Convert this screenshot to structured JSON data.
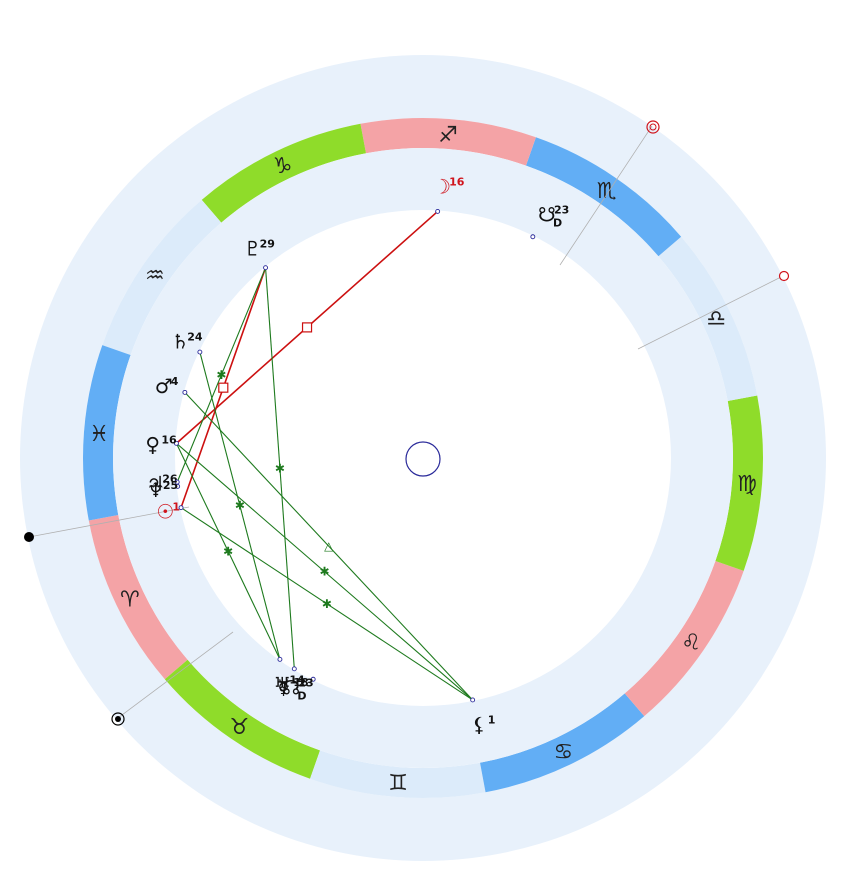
{
  "colors": {
    "outer_band": "#e8f1fb",
    "fire": "#f4a3a6",
    "earth": "#8fdc2a",
    "air": "#dcebfa",
    "water": "#62aef5",
    "sign_glyph": "#222222",
    "planet_glyph": "#111111",
    "luminary_glyph": "#d0141c",
    "aspect_hard": "#cc1010",
    "aspect_soft": "#1e7a1e"
  },
  "signs": [
    {
      "name": "Aries",
      "glyph": "♈",
      "element": "fire"
    },
    {
      "name": "Taurus",
      "glyph": "♉",
      "element": "earth"
    },
    {
      "name": "Gemini",
      "glyph": "♊",
      "element": "air"
    },
    {
      "name": "Cancer",
      "glyph": "♋",
      "element": "water"
    },
    {
      "name": "Leo",
      "glyph": "♌",
      "element": "fire"
    },
    {
      "name": "Virgo",
      "glyph": "♍",
      "element": "earth"
    },
    {
      "name": "Libra",
      "glyph": "♎",
      "element": "air"
    },
    {
      "name": "Scorpio",
      "glyph": "♏",
      "element": "water"
    },
    {
      "name": "Sagittarius",
      "glyph": "♐",
      "element": "fire"
    },
    {
      "name": "Capricorn",
      "glyph": "♑",
      "element": "earth"
    },
    {
      "name": "Aquarius",
      "glyph": "♒",
      "element": "air"
    },
    {
      "name": "Pisces",
      "glyph": "♓",
      "element": "water"
    }
  ],
  "planets": [
    {
      "id": "sun",
      "glyph": "☉",
      "label": "1",
      "sub": "",
      "sign": "Aries",
      "degree": 1,
      "color_key": "luminary_glyph"
    },
    {
      "id": "moon",
      "glyph": "☽",
      "label": "16",
      "sub": "",
      "sign": "Sagittarius",
      "degree": 16,
      "color_key": "luminary_glyph"
    },
    {
      "id": "mercury",
      "glyph": "☿",
      "label": "18",
      "sub": "",
      "sign": "Taurus",
      "degree": 18,
      "color_key": "planet_glyph"
    },
    {
      "id": "venus",
      "glyph": "♀",
      "label": "16",
      "sub": "",
      "sign": "Pisces",
      "degree": 16,
      "color_key": "planet_glyph"
    },
    {
      "id": "mars",
      "glyph": "♂",
      "label": "4",
      "sub": "",
      "sign": "Pisces",
      "degree": 4,
      "color_key": "planet_glyph"
    },
    {
      "id": "jupiter",
      "glyph": "♃",
      "label": "26",
      "sub": "",
      "sign": "Pisces",
      "degree": 26,
      "color_key": "planet_glyph"
    },
    {
      "id": "saturn",
      "glyph": "♄",
      "label": "24",
      "sub": "",
      "sign": "Aquarius",
      "degree": 24,
      "color_key": "planet_glyph"
    },
    {
      "id": "uranus",
      "glyph": "♅",
      "label": "14",
      "sub": "",
      "sign": "Taurus",
      "degree": 14,
      "color_key": "planet_glyph"
    },
    {
      "id": "neptune",
      "glyph": "♆",
      "label": "25",
      "sub": "",
      "sign": "Pisces",
      "degree": 25,
      "color_key": "planet_glyph"
    },
    {
      "id": "pluto",
      "glyph": "♇",
      "label": "29",
      "sub": "",
      "sign": "Capricorn",
      "degree": 29,
      "color_key": "planet_glyph"
    },
    {
      "id": "north-node",
      "glyph": "☊",
      "label": "23",
      "sub": "D",
      "sign": "Taurus",
      "degree": 23,
      "color_key": "planet_glyph"
    },
    {
      "id": "south-node",
      "glyph": "☋",
      "label": "23",
      "sub": "D",
      "sign": "Scorpio",
      "degree": 23,
      "color_key": "planet_glyph"
    },
    {
      "id": "chiron",
      "glyph": "⚸",
      "label": "1",
      "sub": "",
      "sign": "Cancer",
      "degree": 1,
      "color_key": "planet_glyph"
    }
  ],
  "aspects": [
    {
      "from": "moon",
      "to": "venus",
      "type": "square",
      "symbol": "□"
    },
    {
      "from": "pluto",
      "to": "sun",
      "type": "square",
      "symbol": "□"
    },
    {
      "from": "sun",
      "to": "chiron",
      "type": "sextile",
      "symbol": "✱"
    },
    {
      "from": "mars",
      "to": "chiron",
      "type": "trine",
      "symbol": "△"
    },
    {
      "from": "pluto",
      "to": "neptune",
      "type": "sextile",
      "symbol": "✱"
    },
    {
      "from": "pluto",
      "to": "mercury",
      "type": "sextile",
      "symbol": "✱"
    },
    {
      "from": "venus",
      "to": "chiron",
      "type": "sextile",
      "symbol": "✱"
    },
    {
      "from": "saturn",
      "to": "uranus",
      "type": "sextile",
      "symbol": "✱"
    },
    {
      "from": "venus",
      "to": "uranus",
      "type": "sextile",
      "symbol": "✱"
    }
  ]
}
